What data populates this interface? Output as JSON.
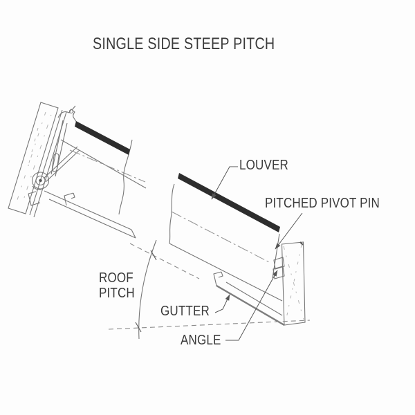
{
  "title": "SINGLE SIDE STEEP PITCH",
  "labels": {
    "louver": "LOUVER",
    "pitched_pivot_pin": "PITCHED PIVOT PIN",
    "roof_pitch_line1": "ROOF",
    "roof_pitch_line2": "PITCH",
    "gutter": "GUTTER",
    "angle": "ANGLE"
  },
  "colors": {
    "background": "#fdfdfd",
    "text": "#3a3a3a",
    "line": "#767676",
    "louver_blade": "#2d2d2d",
    "dashed_line": "#979797",
    "wood_grain": "#b5b5b5",
    "gutter_thick": "#7d7d7d",
    "leader": "#565656"
  }
}
